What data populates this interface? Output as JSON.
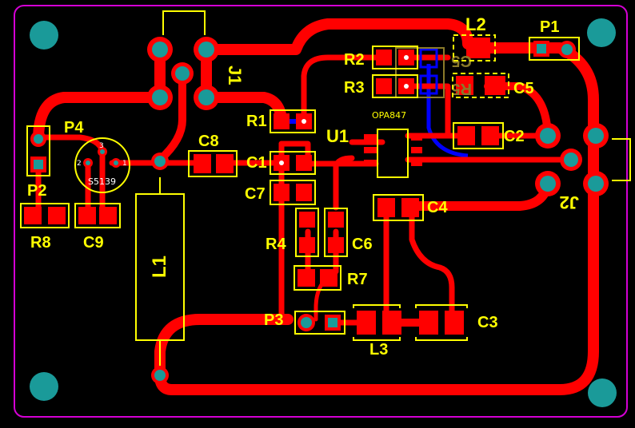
{
  "board": {
    "outline_color": "#d400d4",
    "copper_color": "#ff0000",
    "bottom_copper_color": "#0000ff",
    "silkscreen_color": "#ffff00",
    "drill_color": "#1a9a99"
  },
  "labels": {
    "L2": "L2",
    "P1": "P1",
    "R2": "R2",
    "R3": "R3",
    "C5": "C5",
    "J1": "J1",
    "R1": "R1",
    "U1": "U1",
    "opamp": "OPA847",
    "C2": "C2",
    "P4": "P4",
    "C8": "C8",
    "C1": "C1",
    "C7": "C7",
    "P2": "P2",
    "sensor": "S5139",
    "pin2": "2",
    "pin3": "3",
    "pin1": "1",
    "C4": "C4",
    "J2": "J2",
    "R8": "R8",
    "C9": "C9",
    "R4": "R4",
    "C6": "C6",
    "L1": "L1",
    "R7": "R7",
    "P3": "P3",
    "C3": "C3",
    "L3": "L3",
    "bottom_C5": "C5",
    "bottom_R5": "R5"
  }
}
